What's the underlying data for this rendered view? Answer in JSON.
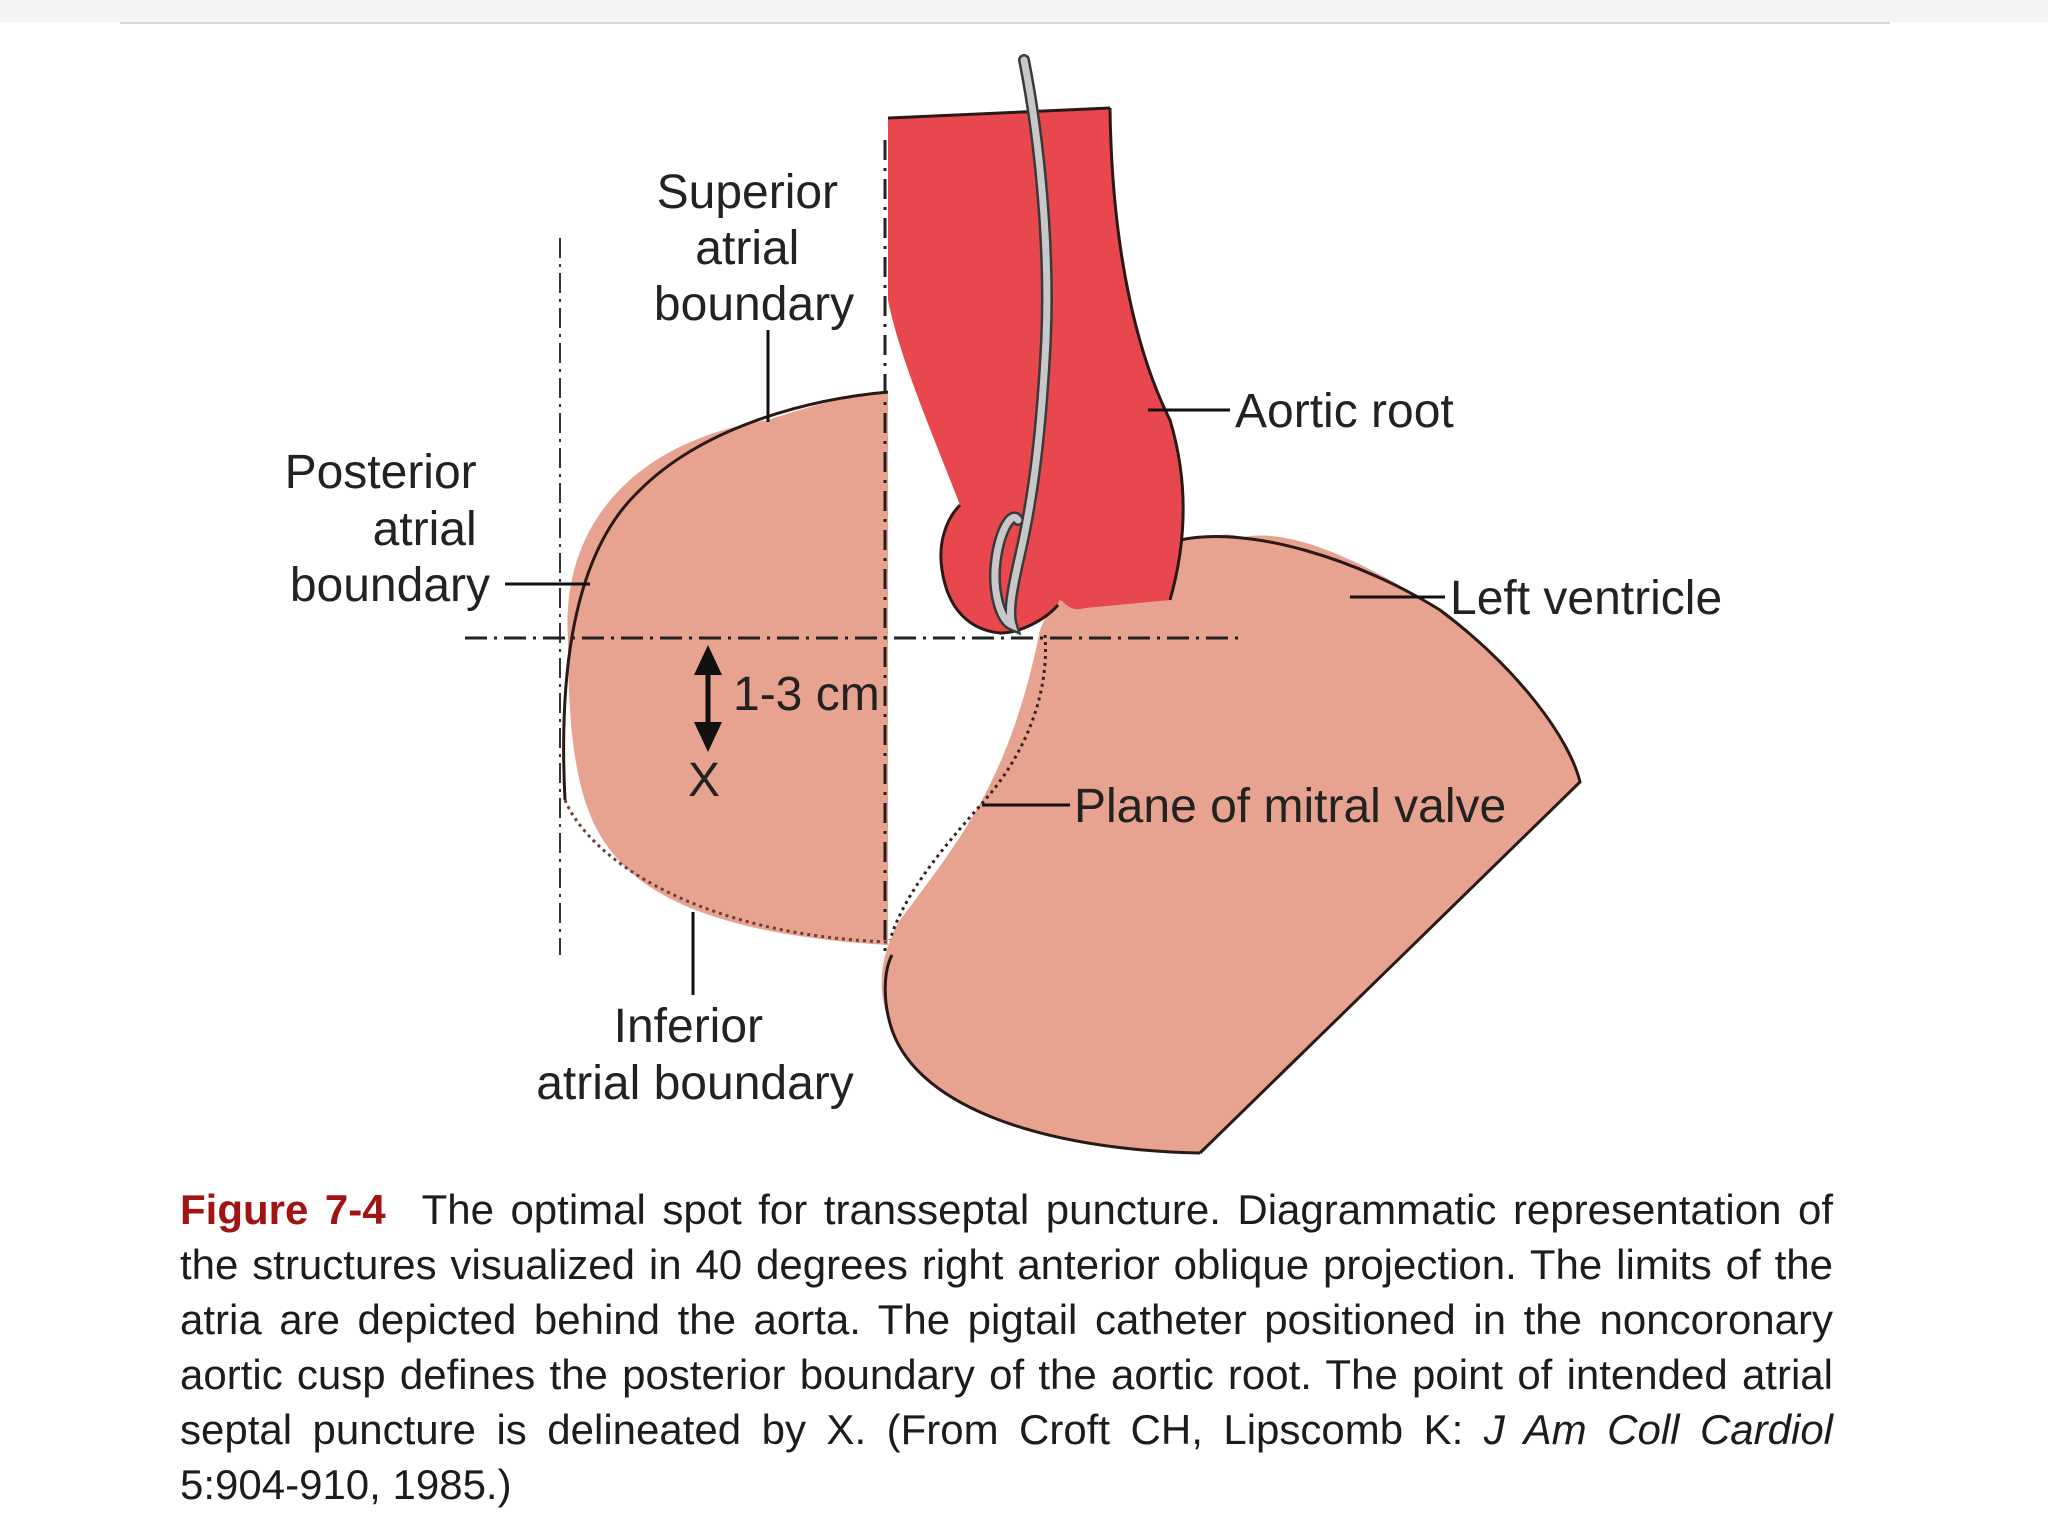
{
  "labels": {
    "superior": [
      "Superior",
      "atrial",
      "boundary"
    ],
    "posterior": [
      "Posterior",
      "atrial",
      "boundary"
    ],
    "aortic_root": "Aortic root",
    "left_ventricle": "Left ventricle",
    "distance": "1-3 cm",
    "x_mark": "X",
    "mitral": "Plane of mitral valve",
    "inferior": [
      "Inferior",
      "atrial boundary"
    ]
  },
  "caption": {
    "figure_label": "Figure 7-4",
    "text_pre": "The optimal spot for transseptal puncture. Diagrammatic representation of the structures visualized in 40 degrees right anterior oblique projection. The limits of the atria are depicted behind the aorta. The pigtail catheter positioned in the noncoronary aortic cusp defines the posterior boundary of the aortic root. The point of intended atrial septal puncture is delineated by X. (From Croft CH, Lipscomb K: ",
    "journal": "J Am Coll Cardiol",
    "text_post": " 5:904-910, 1985.)"
  },
  "colors": {
    "atrium_fill": "#e8a290",
    "aorta_fill": "#e8474d",
    "catheter": "#c8c8c8",
    "figure_label": "#a01414"
  }
}
